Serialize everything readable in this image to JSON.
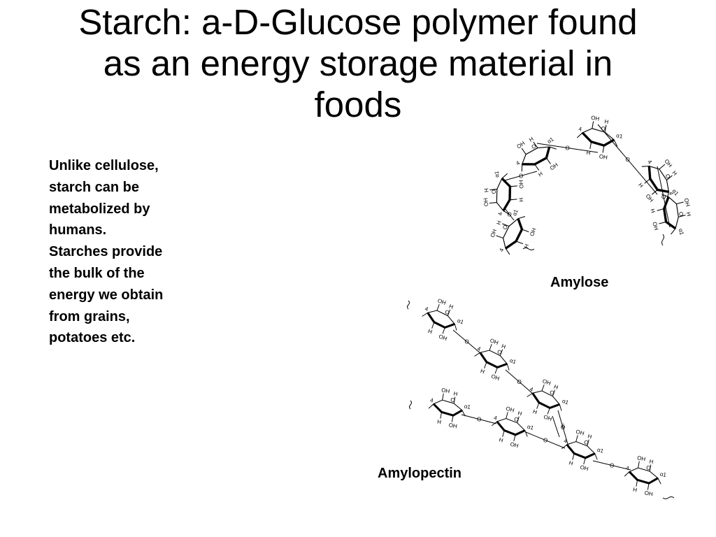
{
  "slide": {
    "title_lines": [
      "Starch: a-D-Glucose polymer found",
      "as an energy storage material in",
      "foods"
    ],
    "body_lines": [
      "Unlike cellulose,",
      "starch can be",
      "metabolized by",
      "humans.",
      "Starches provide",
      "the bulk of the",
      "energy we obtain",
      "from grains,",
      "potatoes etc."
    ],
    "labels": {
      "amylose": "Amylose",
      "amylopectin": "Amylopectin"
    },
    "atom_labels": {
      "oh": "OH",
      "ho": "HO",
      "h": "H",
      "o": "O",
      "alpha1": "α1",
      "four": "4",
      "six": "6"
    }
  }
}
